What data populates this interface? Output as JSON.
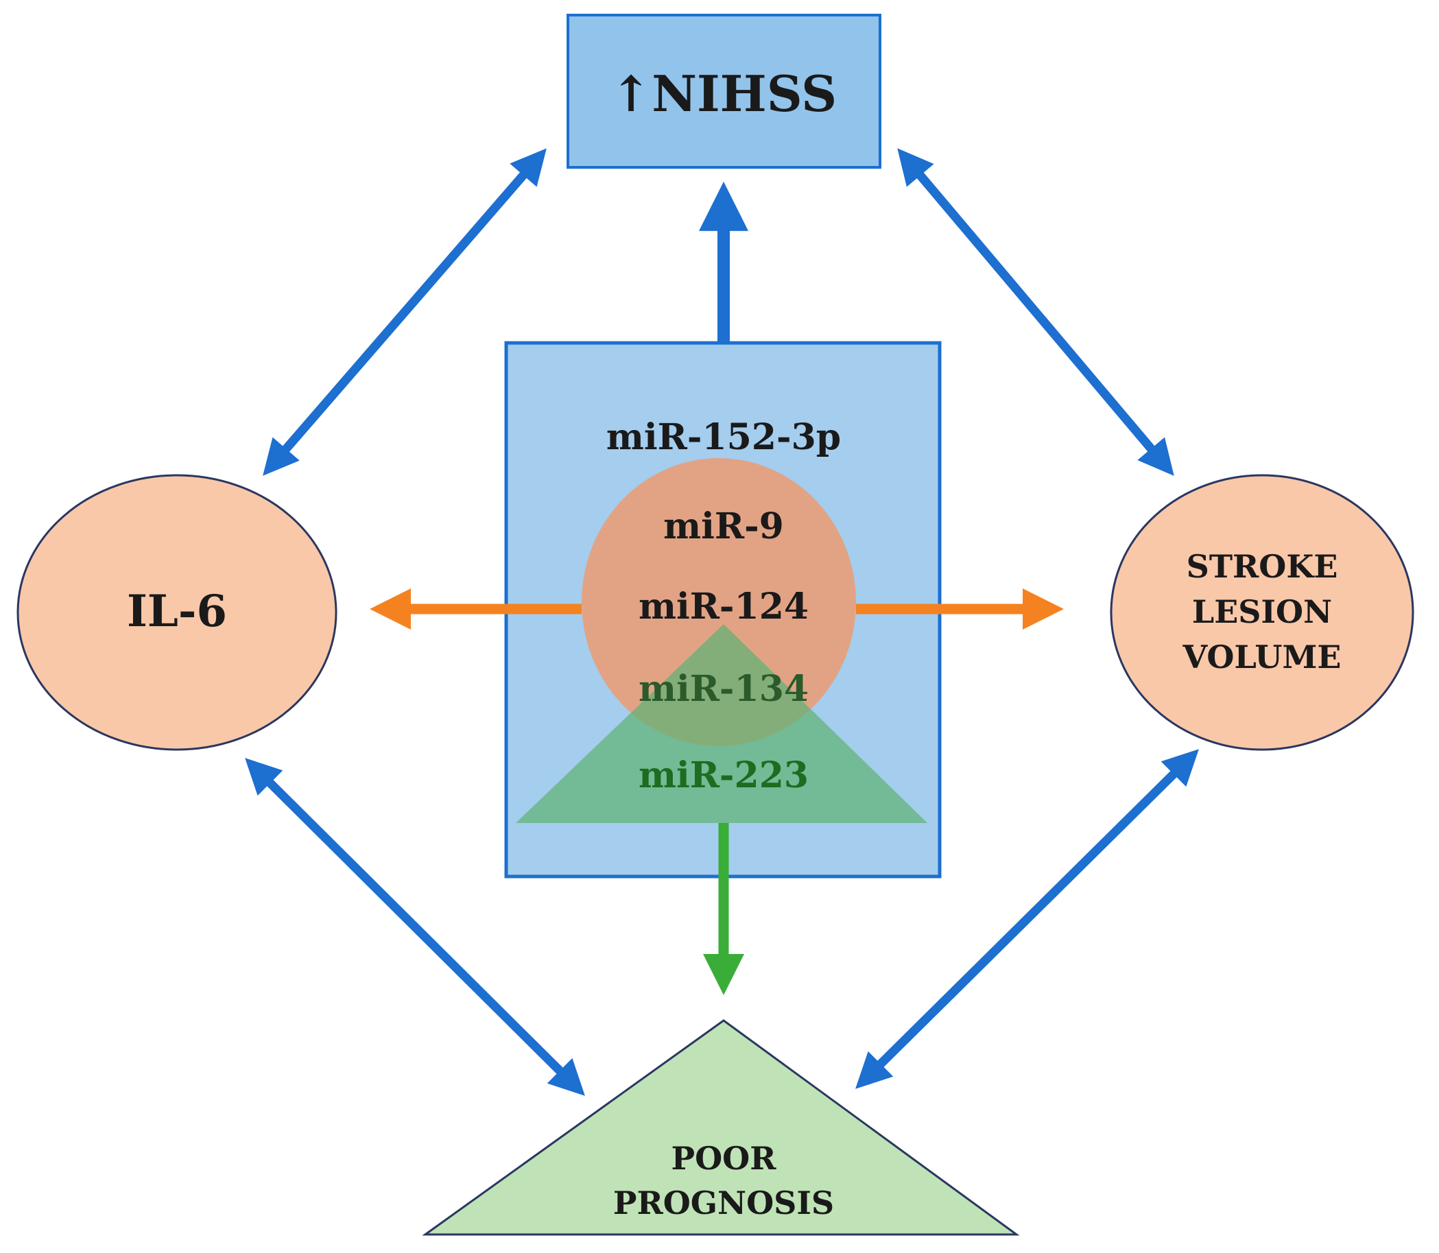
{
  "nodes": {
    "nihss": {
      "label": "↑NIHSS"
    },
    "il6": {
      "label": "IL-6"
    },
    "stroke_volume": {
      "lines": [
        "STROKE",
        "LESION",
        "VOLUME"
      ]
    },
    "prognosis": {
      "lines": [
        "POOR",
        "PROGNOSIS"
      ]
    },
    "mirna_box": {
      "items": [
        "miR-152-3p",
        "miR-9",
        "miR-124",
        "miR-134",
        "miR-223"
      ]
    }
  },
  "colors": {
    "blue_box_fill": "#a4cdee",
    "blue_box_stroke": "#1d6fd0",
    "nihss_fill": "#92c3eb",
    "salmon_fill": "#f9c8a9",
    "salmon_overlay": "#e7a07c",
    "green_triangle_fill": "#bfe3b6",
    "green_overlay": "#5fb374",
    "blue_arrow": "#1d6fd0",
    "orange_arrow": "#f58220",
    "green_arrow": "#3aad39",
    "outline_dark": "#2a3760",
    "green_text": "#1f6b1f"
  }
}
